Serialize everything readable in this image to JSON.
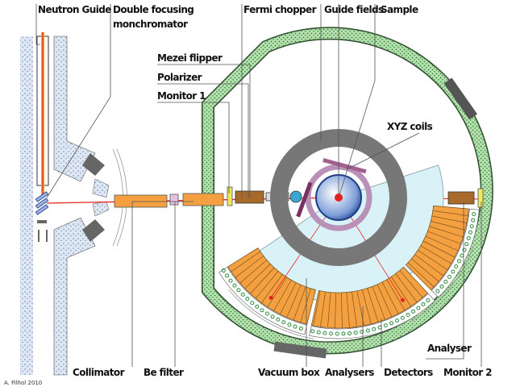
{
  "labels": {
    "neutron_guide": "Neutron Guide",
    "double_focusing_1": "Double focusing",
    "double_focusing_2": "monchromator",
    "fermi_chopper": "Fermi chopper",
    "guide_fields": "Guide fields",
    "sample": "Sample",
    "mezei_flipper": "Mezei flipper",
    "polarizer": "Polarizer",
    "monitor_1": "Monitor 1",
    "xyz_coils": "XYZ coils",
    "collimator": "Collimator",
    "be_filter": "Be filter",
    "vacuum_box": "Vacuum box",
    "analysers": "Analysers",
    "detectors": "Detectors",
    "monitor_2": "Monitor 2",
    "analyser": "Analyser"
  },
  "credit": "A. Filhol 2010",
  "colors": {
    "beam": "#e8231f",
    "guide_core": "#f5a623",
    "shielding": "#2e8b3a",
    "shield_fill": "#a8d8a0",
    "concrete": "#c9d8ea",
    "analyser_orange": "#f5a040",
    "vacuum_box": "#d8f2f8",
    "guide_field_ring": "#777777",
    "sample_blue": "#1d3c8a"
  }
}
